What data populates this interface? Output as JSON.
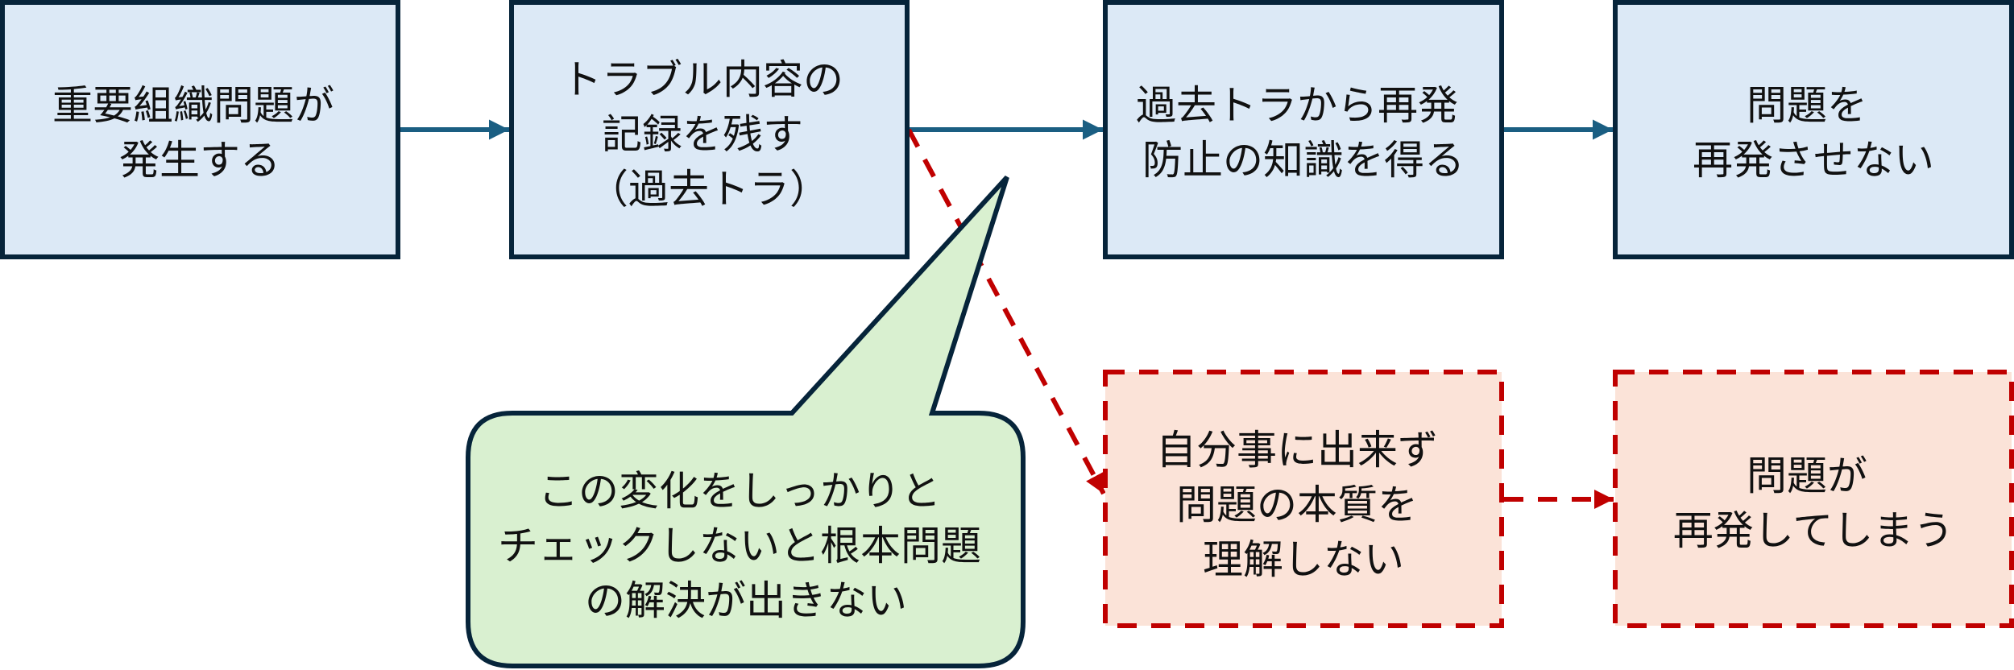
{
  "colors": {
    "primary_fill": "#dce9f6",
    "primary_stroke": "#06243a",
    "flow_arrow": "#1a5e82",
    "failure_fill": "#fbe3d8",
    "failure_stroke": "#c00000",
    "callout_fill": "#d9f0d0",
    "callout_stroke": "#06243a",
    "text": "#111111"
  },
  "nodes": {
    "occur": {
      "lines": [
        "重要組織問題が",
        "発生する"
      ]
    },
    "record": {
      "lines": [
        "トラブル内容の",
        "記録を残す",
        "（過去トラ）"
      ]
    },
    "learn": {
      "lines": [
        "過去トラから再発",
        "防止の知識を得る"
      ]
    },
    "prevent": {
      "lines": [
        "問題を",
        "再発させない"
      ]
    },
    "not_own": {
      "lines": [
        "自分事に出来ず",
        "問題の本質を",
        "理解しない"
      ]
    },
    "recur": {
      "lines": [
        "問題が",
        "再発してしまう"
      ]
    }
  },
  "callout": {
    "lines": [
      "この変化をしっかりと",
      "チェックしないと根本問題",
      "の解決が出きない"
    ]
  },
  "edges": [
    {
      "from": "occur",
      "to": "record",
      "style": "solid"
    },
    {
      "from": "record",
      "to": "learn",
      "style": "solid"
    },
    {
      "from": "learn",
      "to": "prevent",
      "style": "solid"
    },
    {
      "from": "record",
      "to": "not_own",
      "style": "dashed"
    },
    {
      "from": "not_own",
      "to": "recur",
      "style": "dashed"
    }
  ]
}
